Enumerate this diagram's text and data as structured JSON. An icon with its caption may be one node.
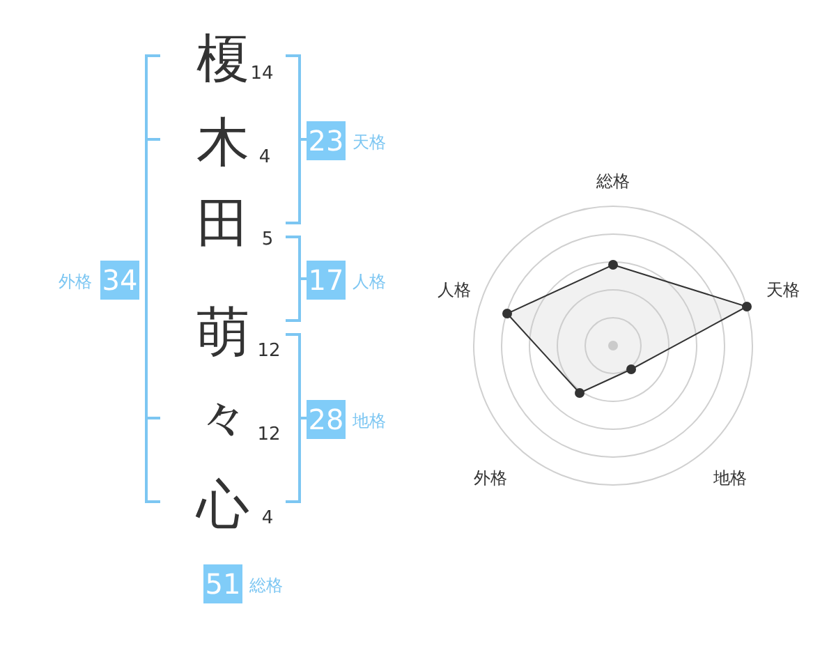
{
  "diagram": {
    "nodes": [
      {
        "text": [
          "23"
        ],
        "beside": [
          "天格"
        ]
      },
      {
        "text": [
          "34"
        ],
        "beside": [
          "外格"
        ]
      },
      {
        "text": [
          "17"
        ],
        "beside": [
          "人格"
        ]
      },
      {
        "text": [
          "28"
        ],
        "beside": [
          "地格"
        ]
      },
      {
        "text": [
          "51"
        ],
        "beside": [
          "総格"
        ]
      }
    ],
    "labels": [
      "榎",
      "14",
      "木",
      "4",
      "田",
      "5",
      "萌",
      "12",
      "々",
      "12",
      "心",
      "4",
      "総格",
      "人格",
      "天格",
      "外格",
      "地格"
    ]
  }
}
